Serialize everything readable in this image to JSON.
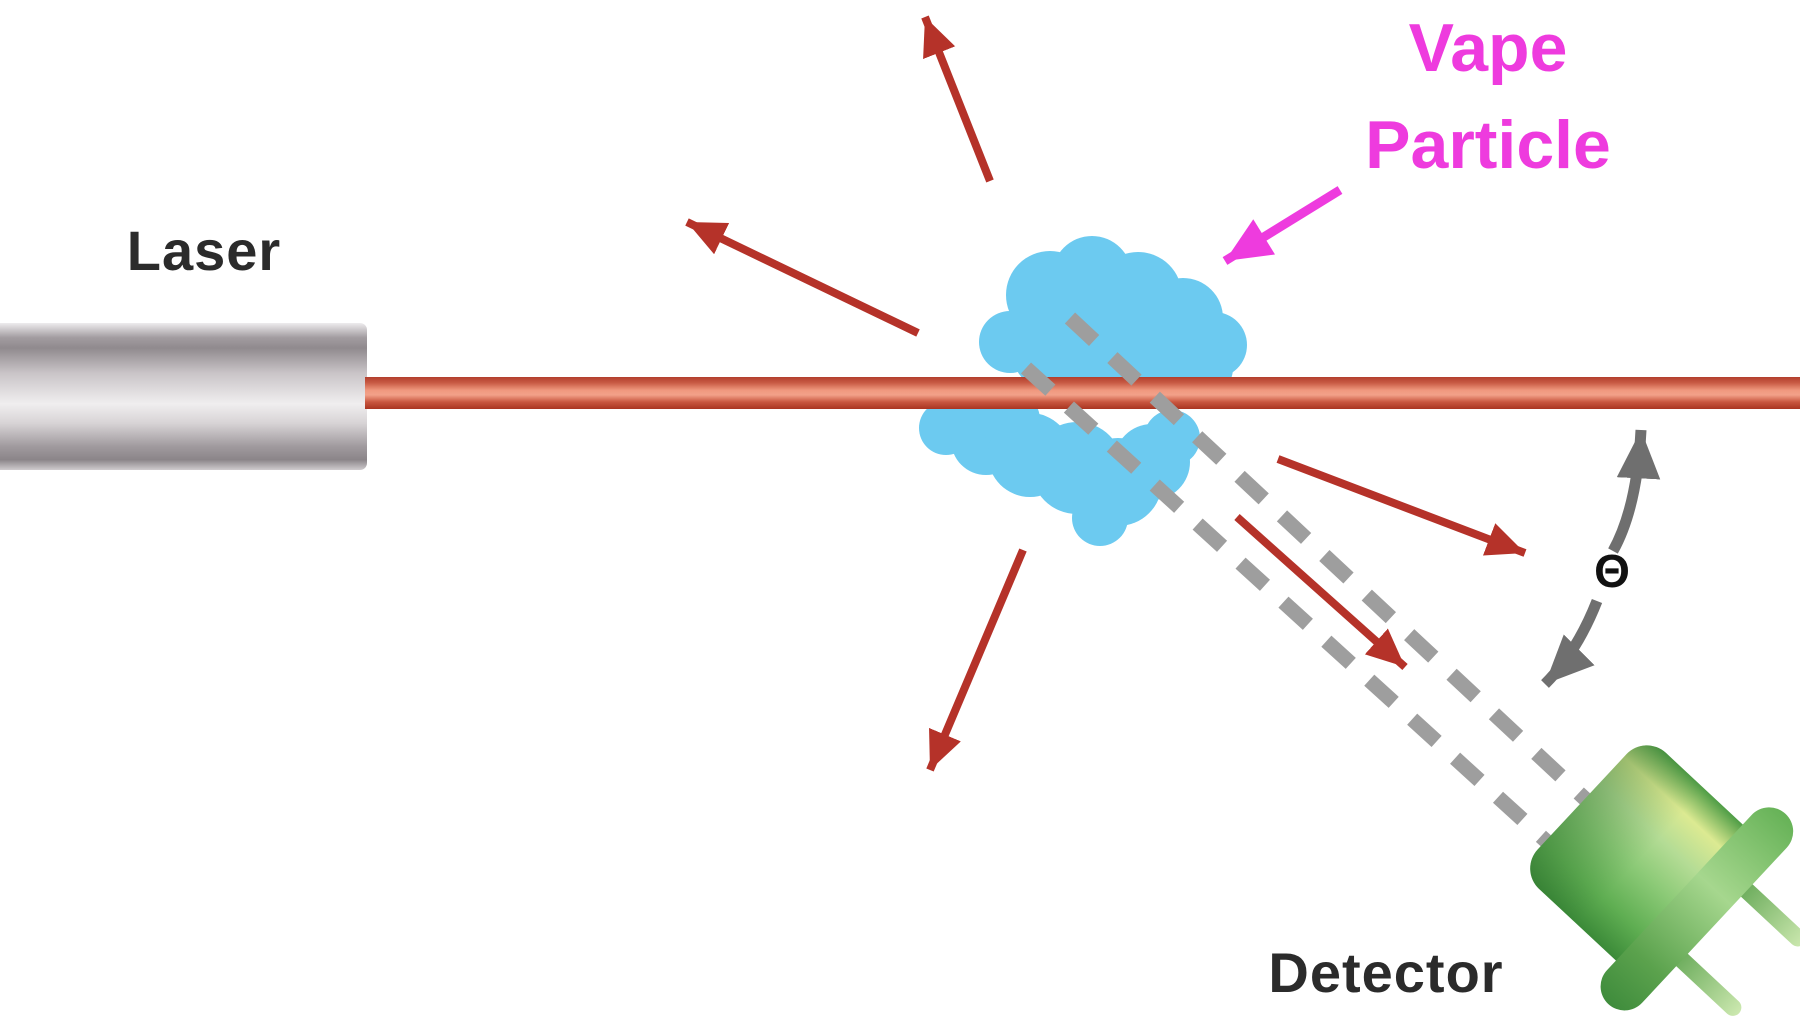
{
  "diagram": {
    "type": "laser-light-scattering-schematic",
    "background": "#ffffff",
    "labels": {
      "laser": "Laser",
      "vape_line1": "Vape",
      "vape_line2": "Particle",
      "detector": "Detector",
      "theta": "Θ"
    },
    "colors": {
      "beam_red_center": "#f0997f",
      "beam_red_edge": "#b23e2d",
      "scatter_arrow_red": "#b53229",
      "vape_label_magenta": "#ee3bde",
      "cloud_blue": "#6ccaf0",
      "dashed_path_gray": "#9e9e9e",
      "angle_arrow_gray": "#6f6f6f",
      "detector_green": "#6ab75c",
      "laser_body_gray": "#b9b4b7",
      "label_dark": "#2b2b2b"
    },
    "elements": {
      "laser_device": "gray laser source at left emitting horizontal red beam",
      "beam": "red beam from laser through particle to right edge",
      "vape_particle_cloud": "blue blob cloud centered on beam",
      "scattered_ray_count": 5,
      "scattering_path": "two parallel dashed gray lines from particle to detector",
      "scattering_angle_symbol": "Θ",
      "detector_device": "green tilted photodetector with flange and two pins"
    }
  }
}
